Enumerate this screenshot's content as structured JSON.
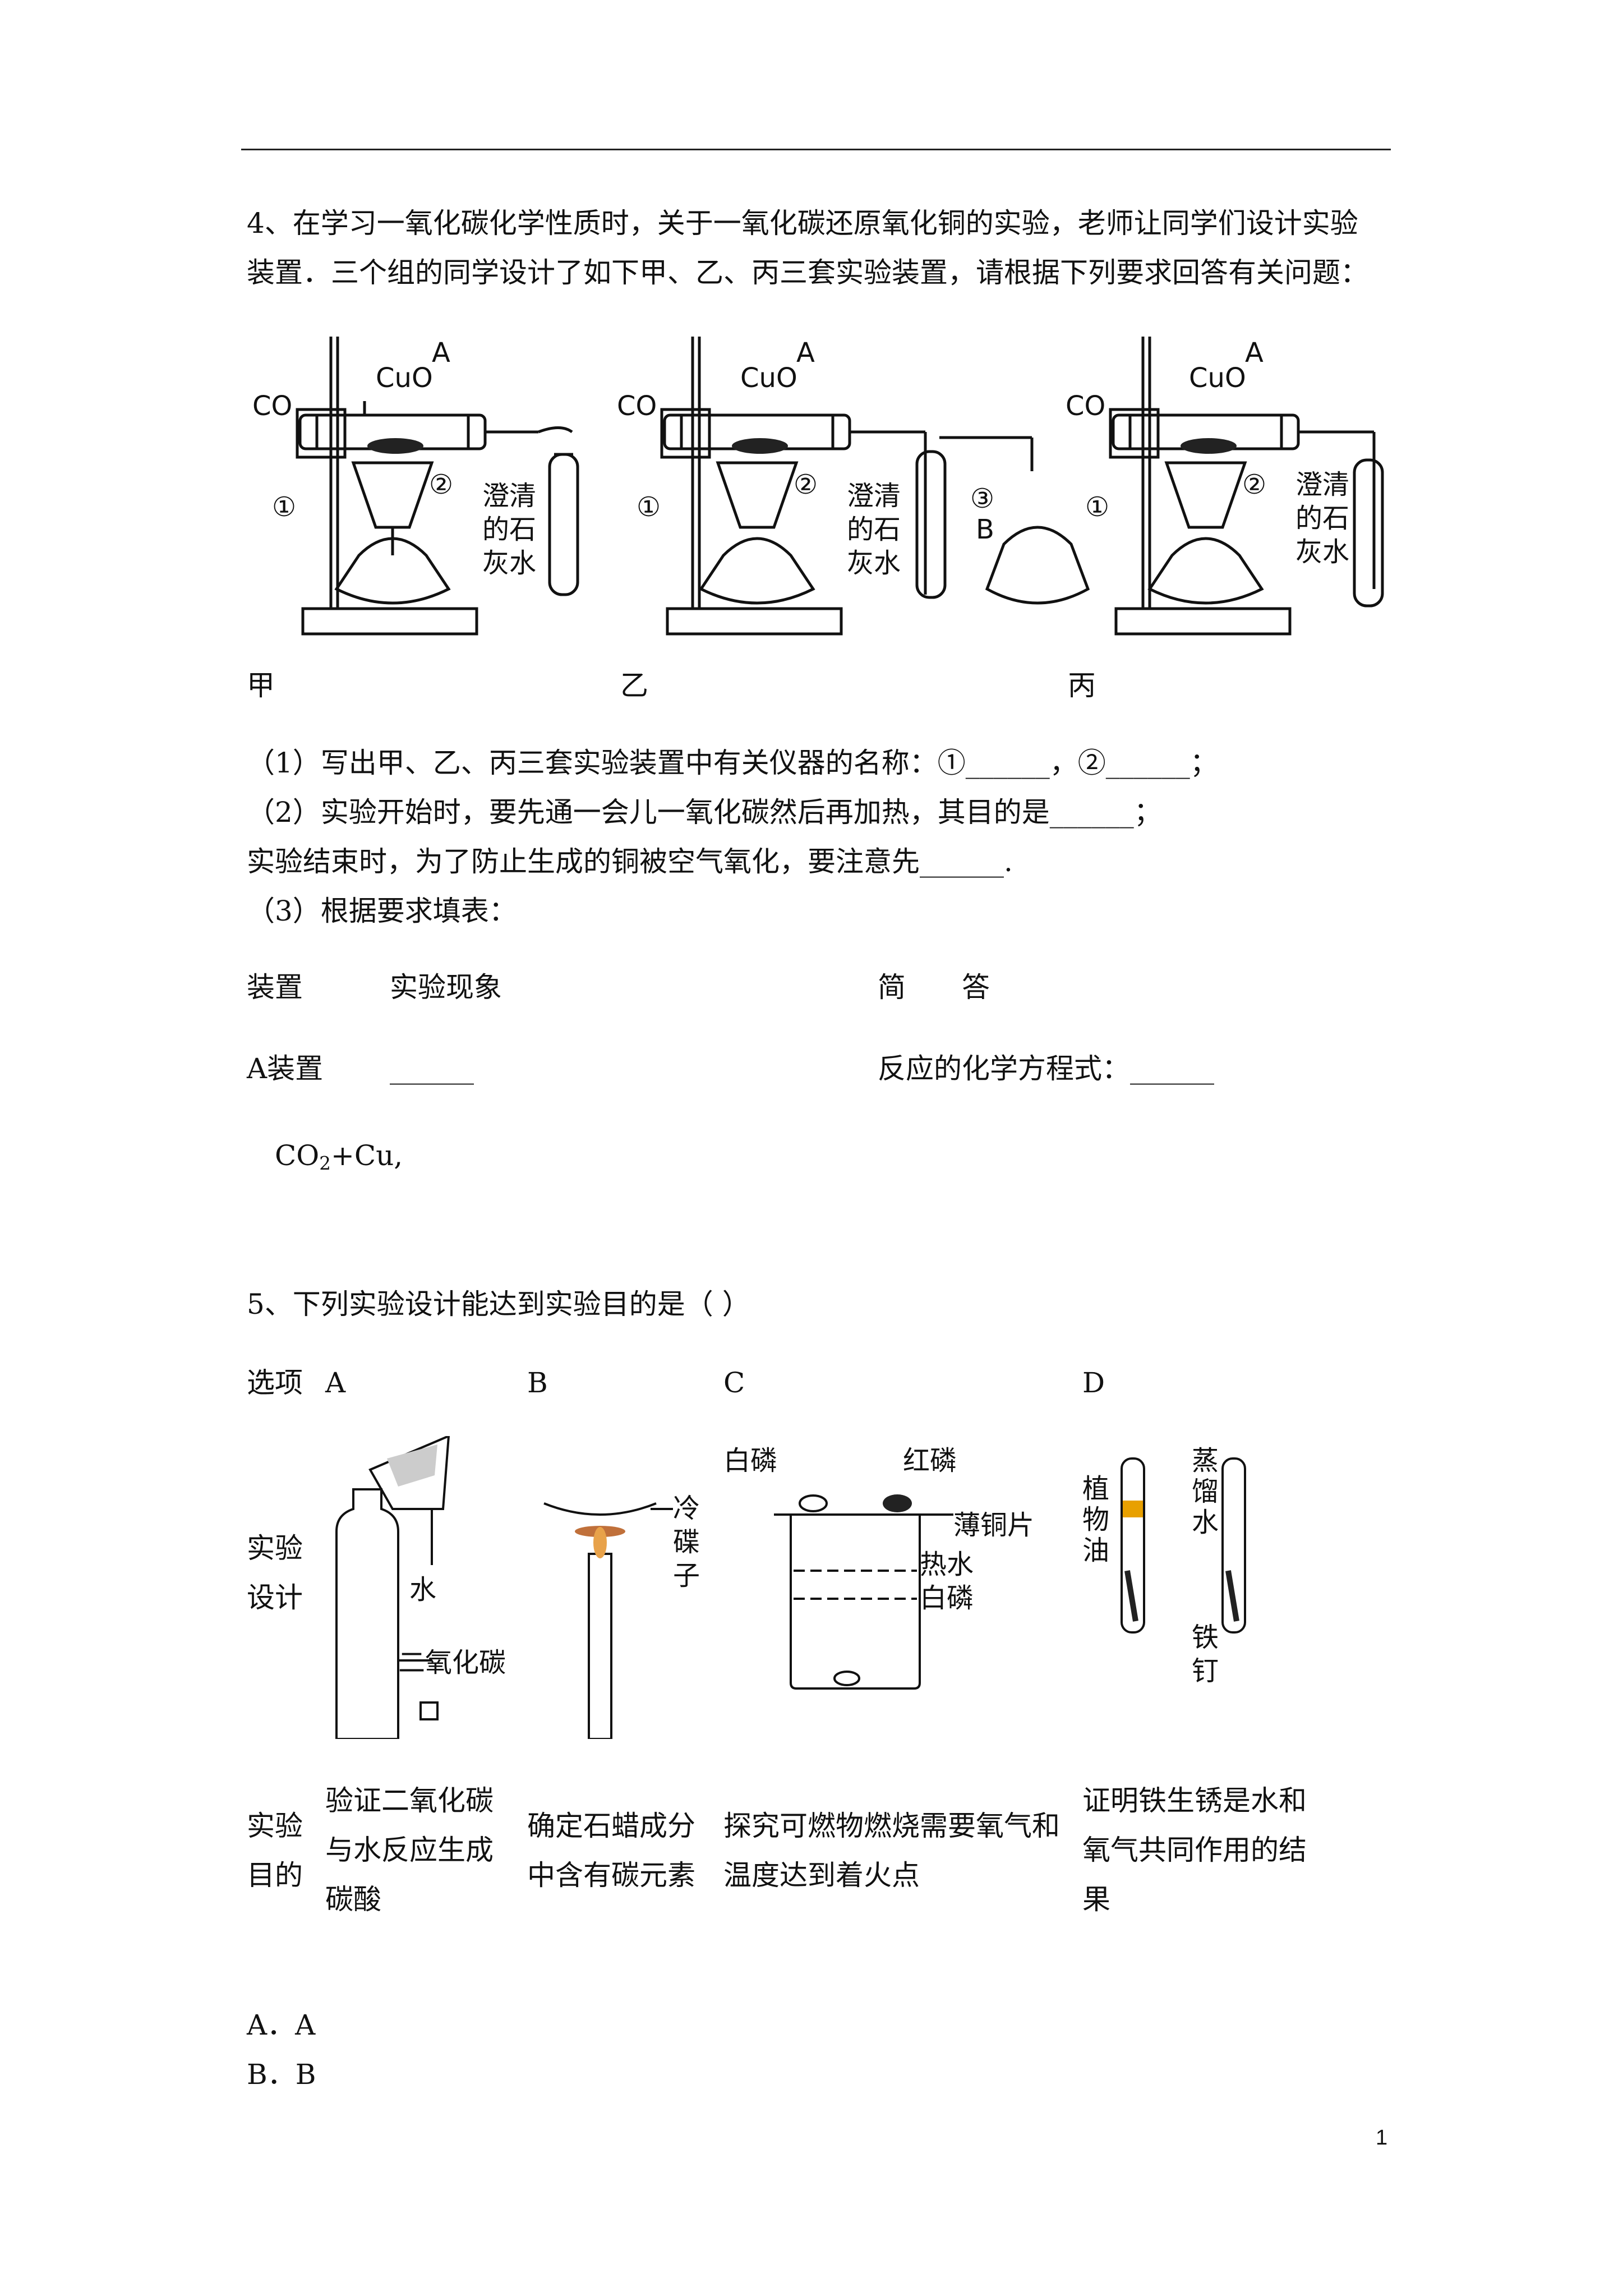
{
  "q4": {
    "line1": "4、在学习一氧化碳化学性质时，关于一氧化碳还原氧化铜的实验，老师让同学们设计实验",
    "line2": "装置．三个组的同学设计了如下甲、乙、丙三套实验装置，请根据下列要求回答有关问题：",
    "fig_labels": {
      "co": "CO",
      "cuo": "CuO",
      "a": "A",
      "b": "B",
      "n1": "①",
      "n2": "②",
      "n3": "③",
      "limewater_1": "澄清",
      "limewater_2": "的石",
      "limewater_3": "灰水"
    },
    "captions": [
      "甲",
      "乙",
      "丙"
    ],
    "sub1": "（1）写出甲、乙、丙三套实验装置中有关仪器的名称：①______，②______；",
    "sub2": "（2）实验开始时，要先通一会儿一氧化碳然后再加热，其目的是______；",
    "sub2b": "实验结束时，为了防止生成的铜被空气氧化，要注意先______.",
    "sub3": "（3）根据要求填表：",
    "table": {
      "h_device": "装置",
      "h_phenomenon": "实验现象",
      "h_answer": "简　　答",
      "row_device": "A装置",
      "row_phenomenon": "______",
      "row_answer": "反应的化学方程式：______"
    },
    "eq_co2": "CO",
    "eq_sub": "2",
    "eq_rest": "+Cu,"
  },
  "q5": {
    "stem": "5、下列实验设计能达到实验目的是（ ）",
    "option_label": "选项",
    "options": [
      "A",
      "B",
      "C",
      "D"
    ],
    "design_label_1": "实验",
    "design_label_2": "设计",
    "fig_labels": {
      "water": "水",
      "co2": "二氧化碳",
      "cold_1": "冷",
      "cold_2": "碟",
      "cold_3": "子",
      "white_p": "白磷",
      "red_p": "红磷",
      "copper": "薄铜片",
      "hot_water": "热水",
      "white_p2": "白磷",
      "oil_1": "植",
      "oil_2": "物",
      "oil_3": "油",
      "dist_1": "蒸",
      "dist_2": "馏",
      "dist_3": "水",
      "nail_1": "铁",
      "nail_2": "钉"
    },
    "purpose_label_1": "实验",
    "purpose_label_2": "目的",
    "purpose_a": [
      "验证二氧化碳",
      "与水反应生成",
      "碳酸"
    ],
    "purpose_b": [
      "确定石蜡成分",
      "中含有碳元素"
    ],
    "purpose_c": [
      "探究可燃物燃烧需要氧气和",
      "温度达到着火点"
    ],
    "purpose_d": [
      "证明铁生锈是水和",
      "氧气共同作用的结",
      "果"
    ],
    "choice_a": "A．A",
    "choice_b": "B．B"
  },
  "page_number": "1"
}
